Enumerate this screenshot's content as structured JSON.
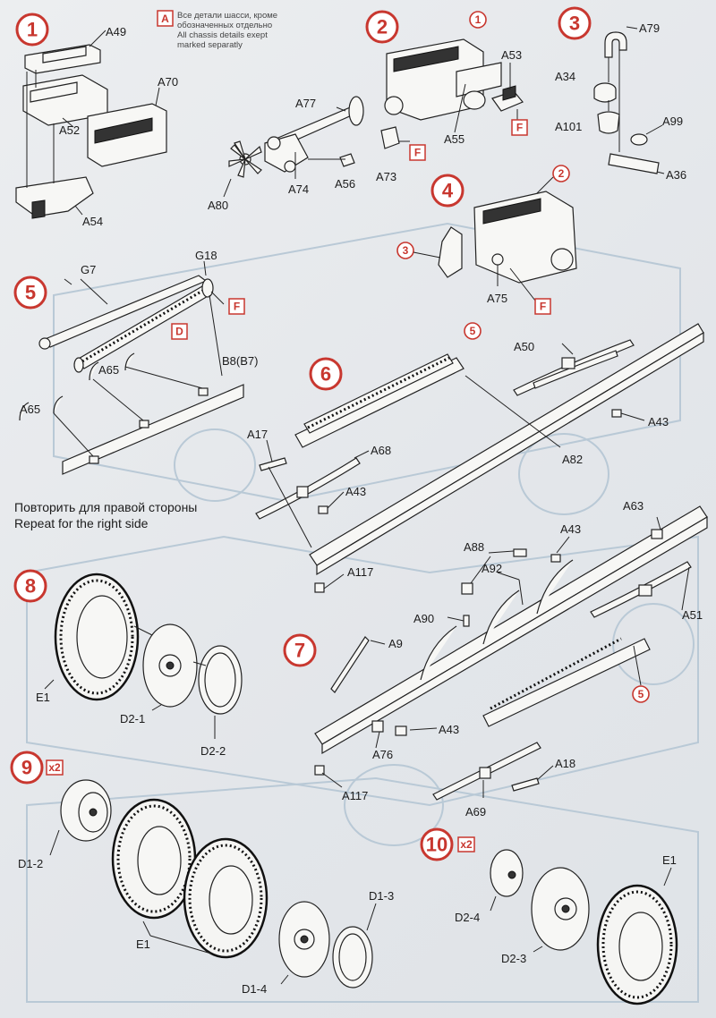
{
  "notice": {
    "box": "A",
    "line_ru_1": "Все детали шасси, кроме",
    "line_ru_2": "обозначенных отдельно",
    "line_en_1": "All chassis details exept",
    "line_en_2": "marked separatly"
  },
  "steps": [
    "1",
    "2",
    "3",
    "4",
    "5",
    "6",
    "7",
    "8",
    "9",
    "10"
  ],
  "multipliers": {
    "step9": "x2",
    "step10": "x2"
  },
  "sub_refs": {
    "s2_from1": "1",
    "s4_from2": "2",
    "s4_from3": "3",
    "s6_from5": "5",
    "s7_from5": "5"
  },
  "color_boxes": {
    "f": "F",
    "d": "D"
  },
  "parts": {
    "a49": "A49",
    "a52": "A52",
    "a70": "A70",
    "a54": "A54",
    "a77": "A77",
    "a53": "A53",
    "a55": "A55",
    "a80": "A80",
    "a74": "A74",
    "a56": "A56",
    "a73": "A73",
    "a79": "A79",
    "a34": "A34",
    "a101": "A101",
    "a99": "A99",
    "a36": "A36",
    "a75": "A75",
    "g7": "G7",
    "g18": "G18",
    "a65a": "A65",
    "a65b": "A65",
    "b8": "B8(B7)",
    "a50": "A50",
    "a43a": "A43",
    "a82": "A82",
    "a17": "A17",
    "a68": "A68",
    "a43b": "A43",
    "a117a": "A117",
    "a63": "A63",
    "a43c": "A43",
    "a88": "A88",
    "a92": "A92",
    "a90": "A90",
    "a51": "A51",
    "a9": "A9",
    "a43d": "A43",
    "a76": "A76",
    "a18": "A18",
    "a117b": "A117",
    "a69": "A69",
    "e1a": "E1",
    "d21": "D2-1",
    "d22": "D2-2",
    "d12": "D1-2",
    "e1b": "E1",
    "d13": "D1-3",
    "d14": "D1-4",
    "d24": "D2-4",
    "d23": "D2-3",
    "e1c": "E1"
  },
  "repeat": {
    "ru": "Повторить для правой стороны",
    "en": "Repeat for the right side"
  }
}
